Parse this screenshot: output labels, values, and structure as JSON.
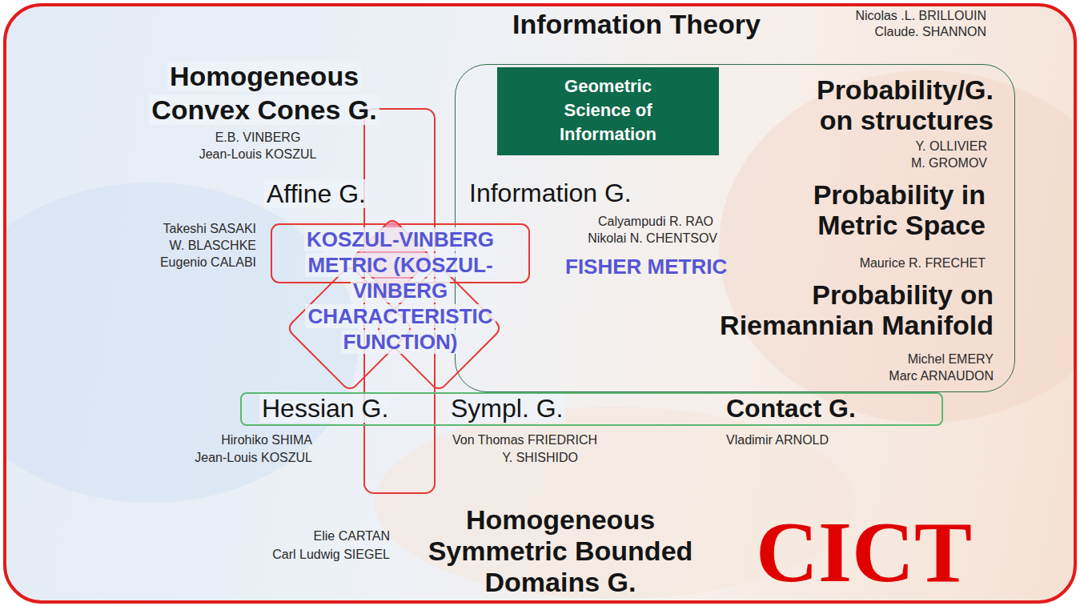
{
  "diagram": {
    "nodes": [
      {
        "text": [
          "Information G.",
          "Calyampudi R. RAO",
          "Nikolai N. CHENTSOV",
          "FISHER METRIC",
          "Probability/G. on structures",
          "Y. OLLIVIER",
          "M. GROMOV",
          "Probability in Metric Space",
          "Maurice R. FRECHET",
          "Probability on Riemannian Manifold",
          "Michel EMERY",
          "Marc ARNAUDON"
        ]
      },
      {
        "text": [
          "Geometric Science of Information"
        ],
        "in": 0
      },
      {
        "text": [
          "KOSZUL-VINBERG METRIC (KOSZUL-VINBERG CHARACTERISTIC FUNCTION)"
        ]
      },
      {
        "text": [
          "Hessian G.",
          "Sympl. G.",
          "Contact G."
        ]
      }
    ],
    "labels": [
      "Information Theory",
      "Nicolas .L. BRILLOUIN",
      "Claude. SHANNON",
      "Homogeneous Convex Cones G.",
      "E.B. VINBERG",
      "Jean-Louis KOSZUL",
      "Affine G.",
      "Takeshi SASAKI",
      "W. BLASCHKE",
      "Eugenio CALABI",
      "Hirohiko SHIMA",
      "Jean-Louis KOSZUL",
      "Von Thomas FRIEDRICH",
      "Y. SHISHIDO",
      "Vladimir ARNOLD",
      "Elie CARTAN",
      "Carl Ludwig SIEGEL",
      "Homogeneous Symmetric Bounded Domains G.",
      "CICT"
    ]
  }
}
